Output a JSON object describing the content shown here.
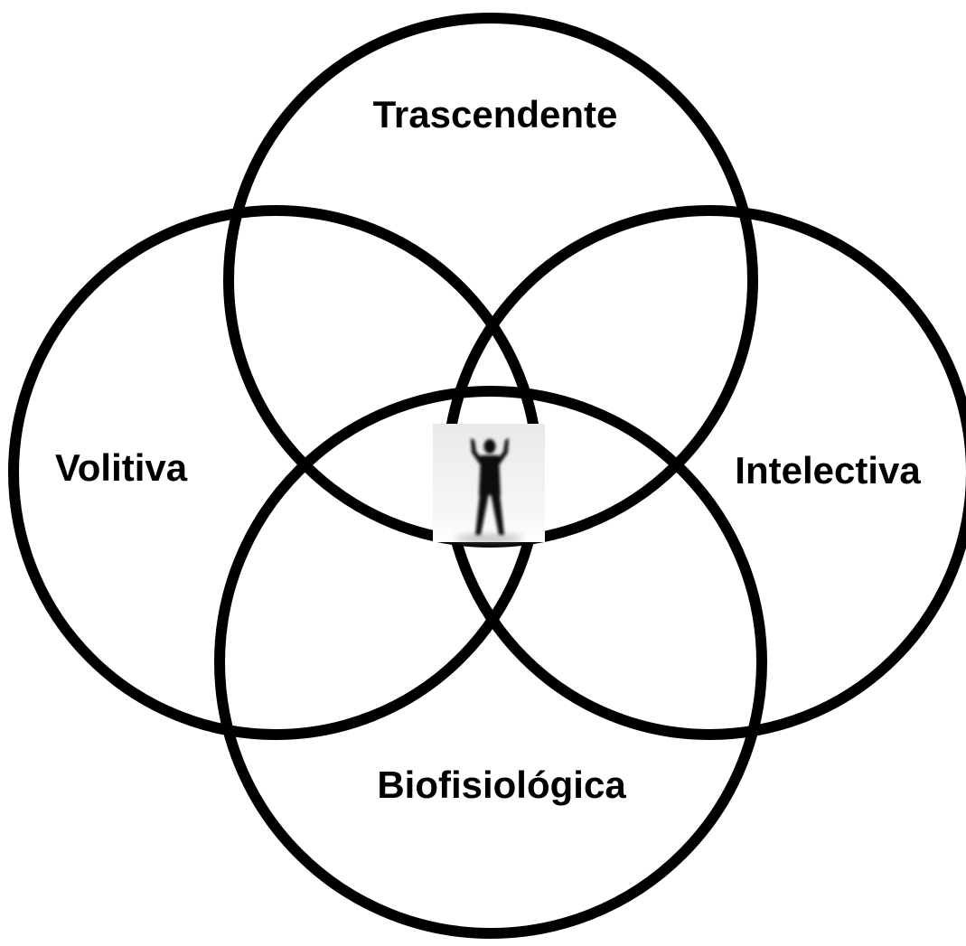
{
  "colors": {
    "stroke": "#000000",
    "text": "#000000",
    "background": "#ffffff"
  },
  "labels": {
    "top": "Trascendente",
    "left": "Volitiva",
    "right": "Intelectiva",
    "bottom": "Biofisiológica"
  },
  "center_icon": "person-silhouette-arms-raised-icon"
}
